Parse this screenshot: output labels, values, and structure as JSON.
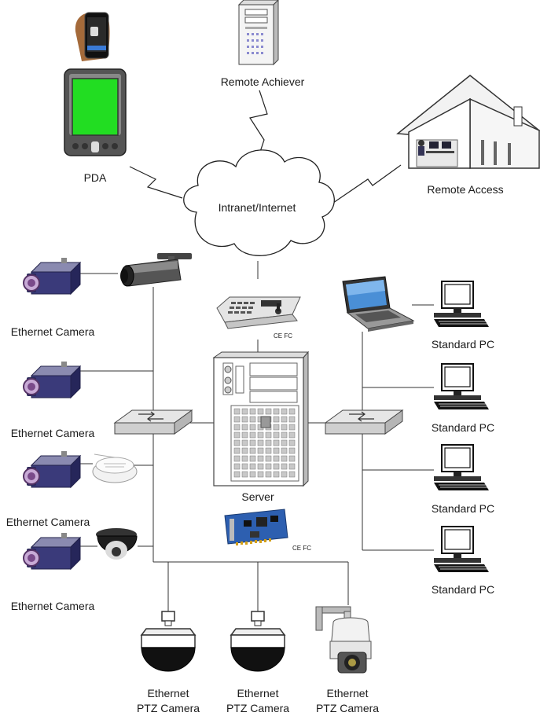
{
  "labels": {
    "remote_achiever": "Remote Achiever",
    "pda": "PDA",
    "remote_access": "Remote Access",
    "cloud": "Intranet/Internet",
    "server": "Server",
    "ethernet_camera": "Ethernet Camera",
    "standard_pc": "Standard PC",
    "ptz_line1": "Ethernet",
    "ptz_line2": "PTZ Camera",
    "ce_fc": "CE FC"
  },
  "colors": {
    "pda_screen": "#22dd22",
    "camera_body": "#33336e",
    "lens": "#c8aad6",
    "switch": "#d7d7d7",
    "line": "#333333"
  },
  "icons": [
    "smartphone-icon",
    "pda-icon",
    "tower-pc-icon",
    "house-icon",
    "cloud-icon",
    "bullet-camera-icon",
    "box-camera-icon",
    "keyboard-controller-icon",
    "server-icon",
    "network-switch-icon",
    "laptop-icon",
    "desktop-pc-icon",
    "dome-camera-icon",
    "capture-card-icon",
    "ptz-camera-icon"
  ]
}
